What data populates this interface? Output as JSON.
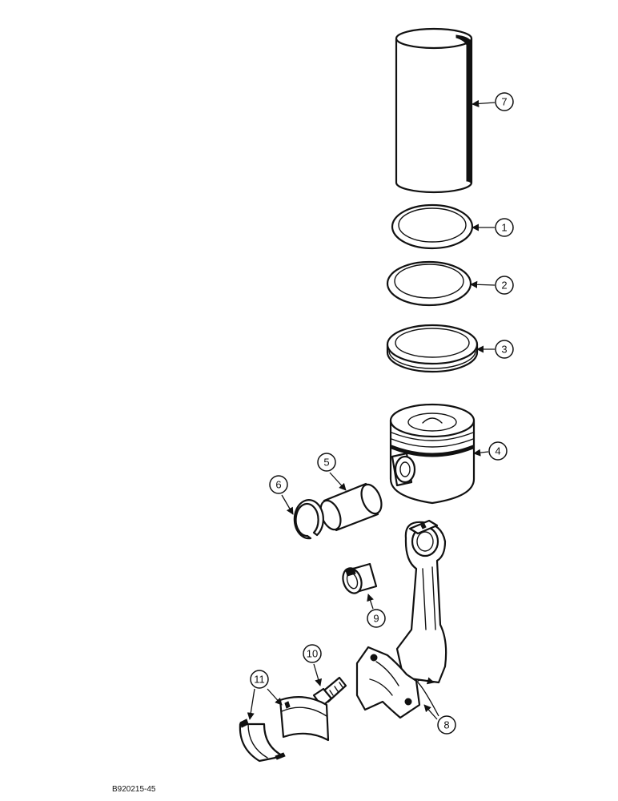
{
  "figure_id": "B920215-45",
  "callouts": [
    "7",
    "1",
    "2",
    "3",
    "4",
    "5",
    "6",
    "9",
    "10",
    "11",
    "8"
  ]
}
